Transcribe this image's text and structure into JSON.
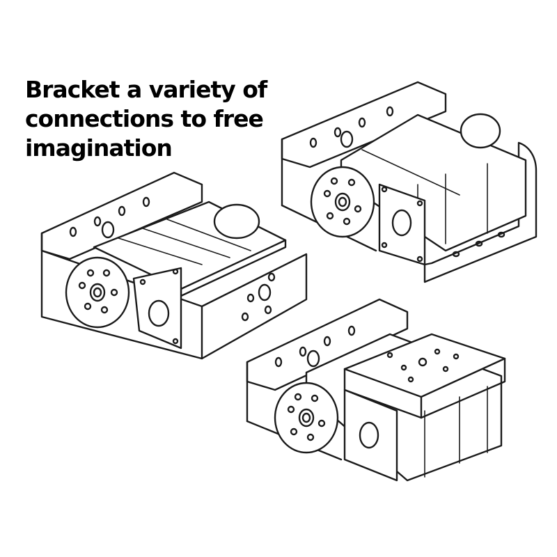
{
  "headline": {
    "lines": [
      "Bracket a variety of",
      "connections to free",
      "imagination"
    ]
  },
  "colors": {
    "background": "#ffffff",
    "text": "#000000",
    "line_art": "#1a1a1a"
  },
  "illustration": {
    "icons": [
      "servo-bracket-assembly-icon",
      "servo-motor-icon",
      "servo-horn-icon"
    ]
  }
}
